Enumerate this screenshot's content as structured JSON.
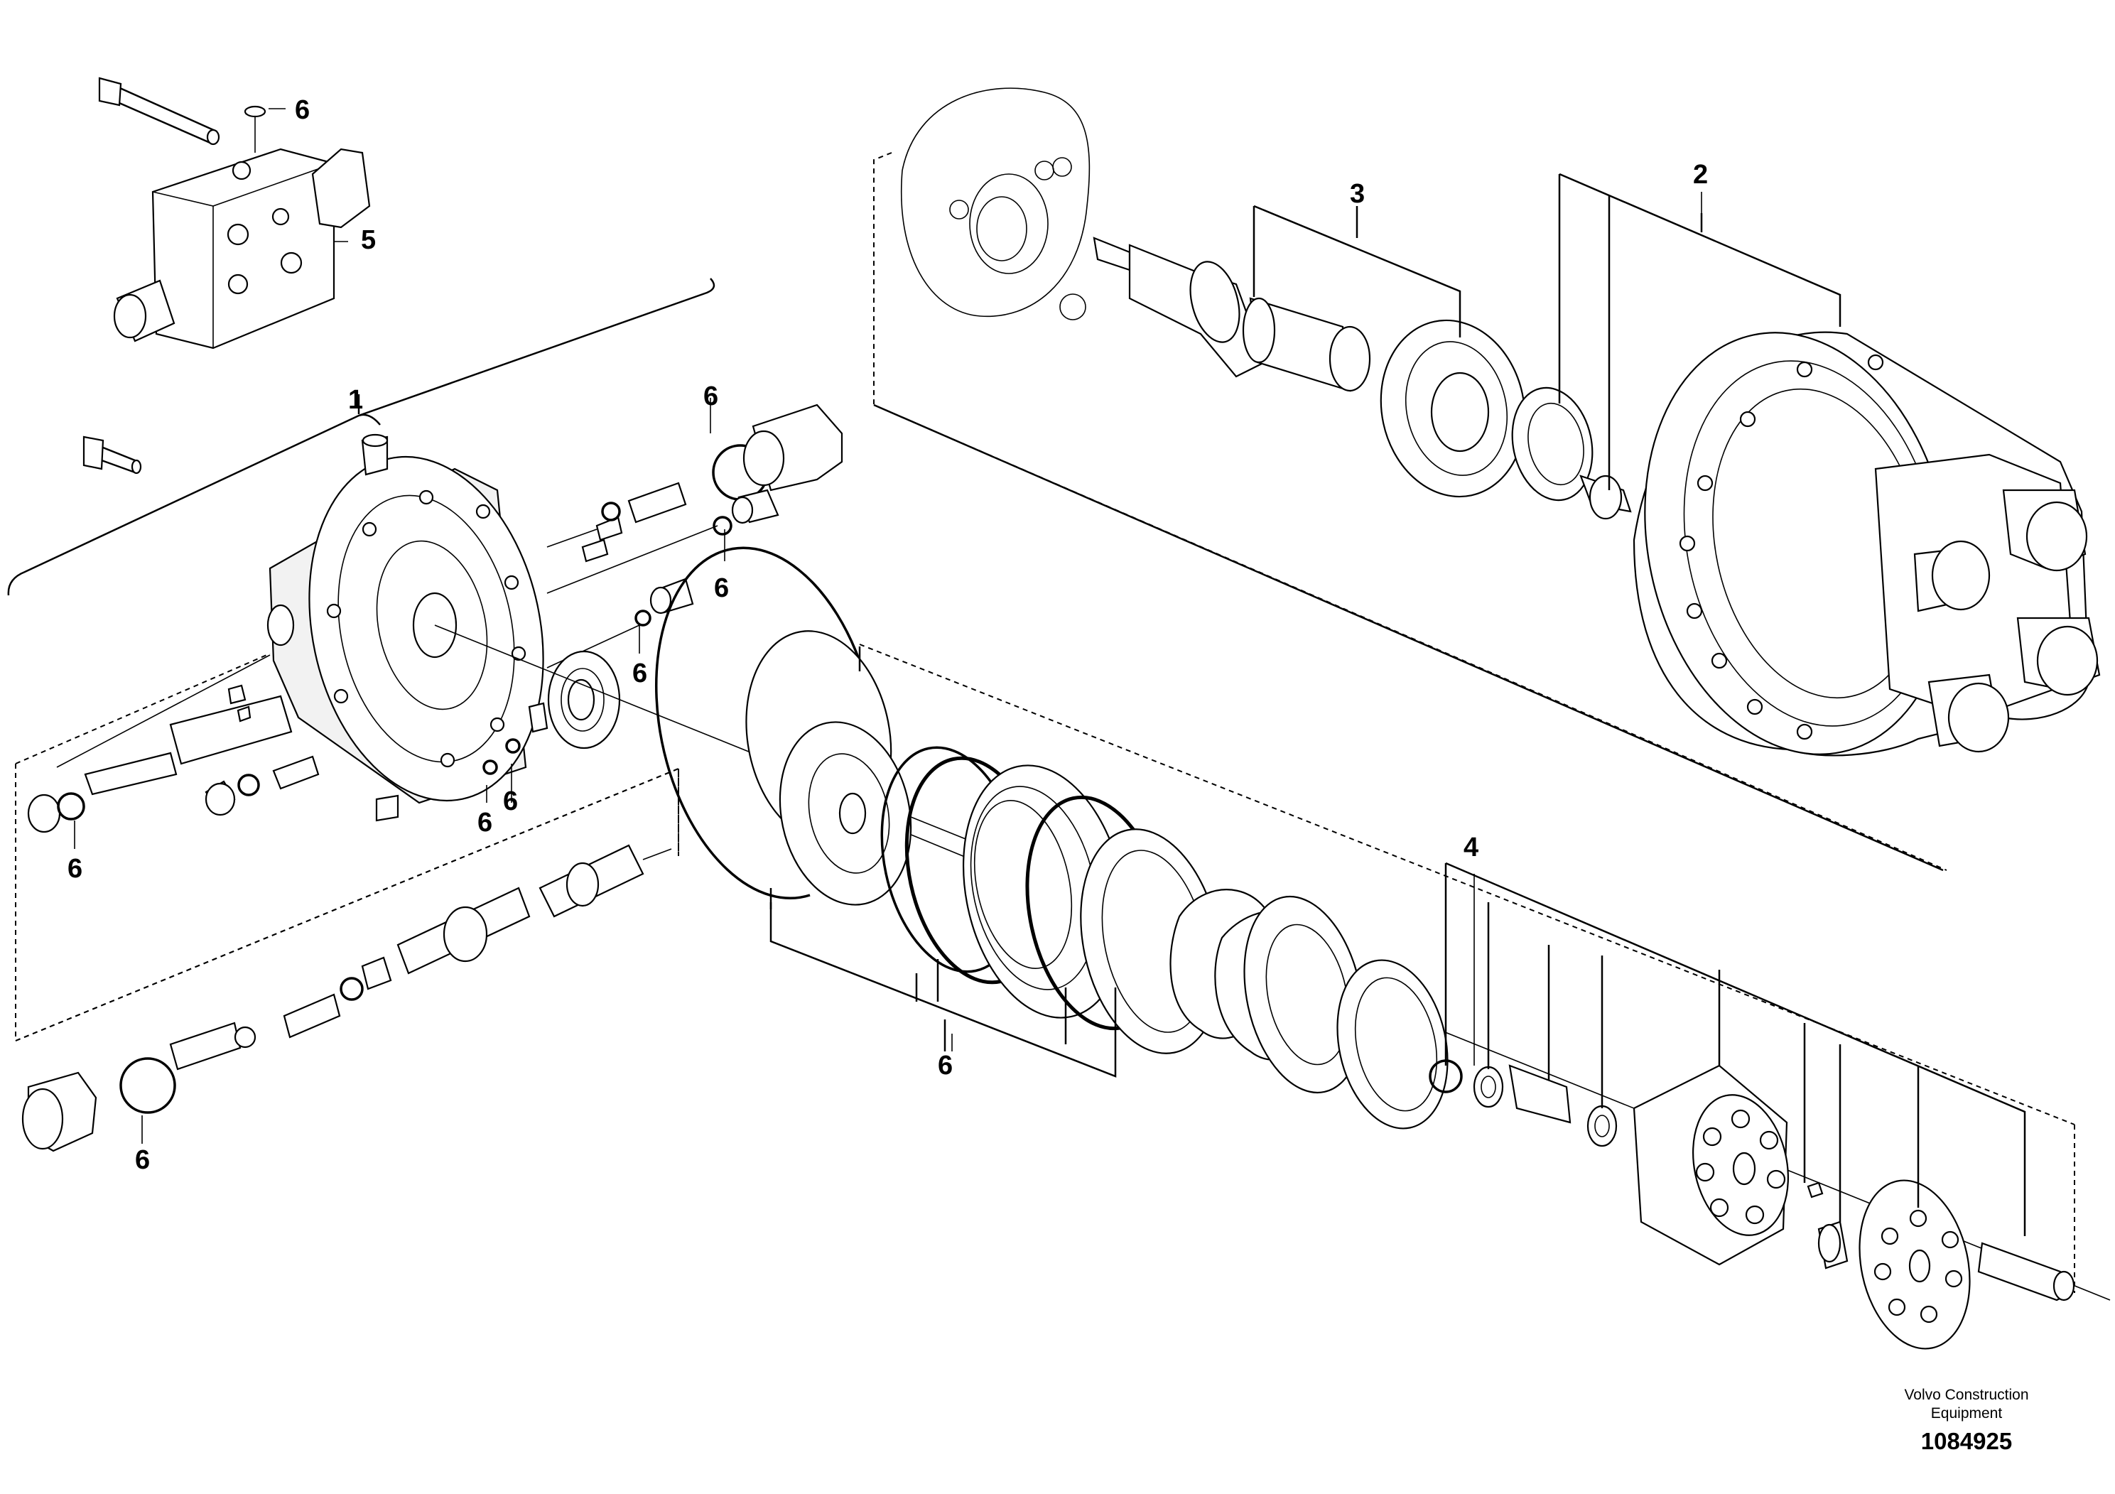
{
  "diagram": {
    "callouts": {
      "c1": "1",
      "c2": "2",
      "c3": "3",
      "c4": "4",
      "c5": "5",
      "c6": "6"
    },
    "credit_line1": "Volvo Construction",
    "credit_line2": "Equipment",
    "part_number": "1084925"
  }
}
